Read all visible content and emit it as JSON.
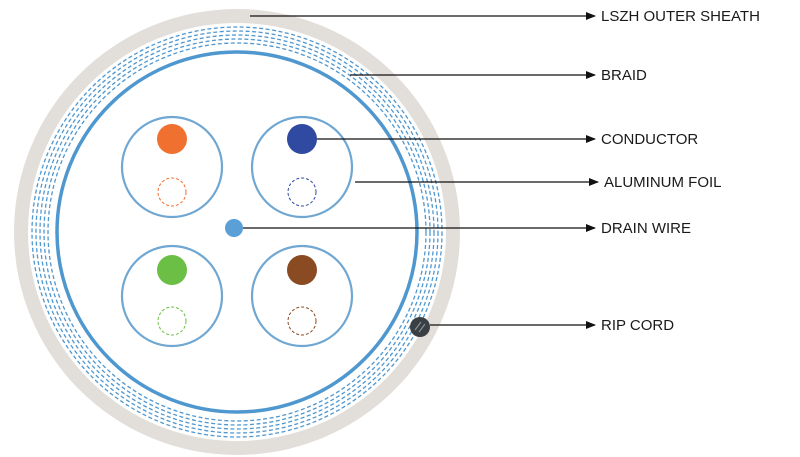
{
  "labels": {
    "outer_sheath": "LSZH OUTER SHEATH",
    "braid": "BRAID",
    "conductor": "CONDUCTOR",
    "aluminum_foil": "ALUMINUM FOIL",
    "drain_wire": "DRAIN WIRE",
    "rip_cord": "RIP CORD"
  },
  "colors": {
    "sheath": "#e2deda",
    "braid": "#4f97cf",
    "foil": "#4f97cf",
    "pair_ring": "#6fa7d2",
    "drain_wire": "#5aa0d6",
    "rip_cord": "#3a3f44",
    "pair_1": "#f07030",
    "pair_2": "#2f4aa0",
    "pair_3": "#6cbf45",
    "pair_4": "#8a4a22",
    "leader": "#111111"
  }
}
